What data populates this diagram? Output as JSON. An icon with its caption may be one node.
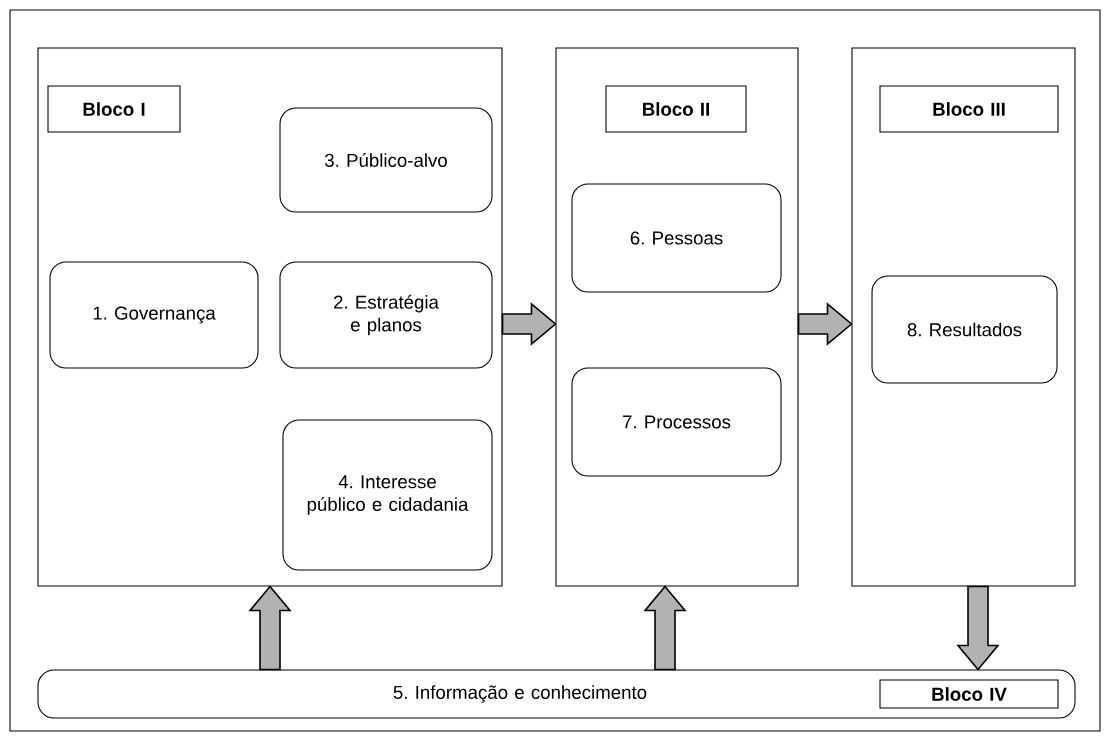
{
  "diagram": {
    "nodes": [
      {
        "text": [],
        "shape": "box"
      },
      {
        "text": [
          "Bloco I"
        ],
        "in": 0
      },
      {
        "text": [
          "3. Público-alvo"
        ],
        "in": 0
      },
      {
        "text": [
          "1. Governança"
        ],
        "in": 0
      },
      {
        "text": [
          "2. Estratégia e planos"
        ],
        "in": 0
      },
      {
        "text": [
          "4. Interesse público e cidadania"
        ],
        "in": 0
      },
      {
        "text": [],
        "shape": "box"
      },
      {
        "text": [
          "Bloco II"
        ],
        "in": 6
      },
      {
        "text": [
          "6. Pessoas"
        ],
        "in": 6
      },
      {
        "text": [
          "7. Processos"
        ],
        "in": 6
      },
      {
        "text": [],
        "shape": "box"
      },
      {
        "text": [
          "Bloco III"
        ],
        "in": 10
      },
      {
        "text": [
          "8. Resultados"
        ],
        "in": 10
      },
      {
        "text": [
          "5. Informação e conhecimento"
        ]
      },
      {
        "text": [
          "Bloco IV"
        ],
        "in": 13
      }
    ],
    "edges": [
      {
        "from": 0,
        "to": 6,
        "arrow": "to",
        "style": "thick"
      },
      {
        "from": 6,
        "to": 10,
        "arrow": "to",
        "style": "thick"
      },
      {
        "from": 13,
        "to": 0,
        "arrow": "to",
        "style": "thick"
      },
      {
        "from": 13,
        "to": 6,
        "arrow": "to",
        "style": "thick"
      },
      {
        "from": 10,
        "to": 13,
        "arrow": "to",
        "style": "thick"
      }
    ]
  }
}
